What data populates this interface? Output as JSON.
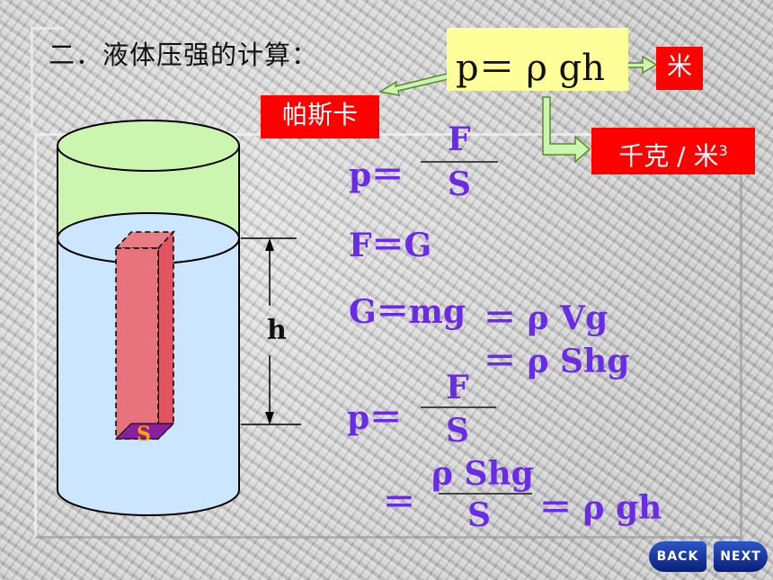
{
  "title": "二．液体压强的计算：",
  "main_formula": "p＝ ρ gh",
  "labels": {
    "pascal": "帕斯卡",
    "meter": "米",
    "kg_per_m3": "千克 / 米",
    "kg_sup": "3"
  },
  "diagram": {
    "height_label": "h",
    "area_label": "S"
  },
  "derivation": {
    "p1_lhs": "p＝",
    "p1_num": "F",
    "p1_den": "S",
    "f_eq_g": "F＝G",
    "g_eq_mg": "G＝mg",
    "rho_vg": "＝ ρ Vg",
    "rho_shg": "＝ ρ Shg",
    "p2_lhs": "p＝",
    "p2_num": "F",
    "p2_den": "S",
    "eq_sign": "＝",
    "p3_num": "ρ Shg",
    "p3_den": "S",
    "final": "＝ ρ gh"
  },
  "nav": {
    "back": "BACK",
    "next": "NEXT"
  },
  "colors": {
    "formula_text": "#6a2be6",
    "label_bg": "#ff0000",
    "formula_box": "#ffff99",
    "liquid": "#cde6ff",
    "air": "#ccf5b0",
    "column": "#e8737d"
  }
}
